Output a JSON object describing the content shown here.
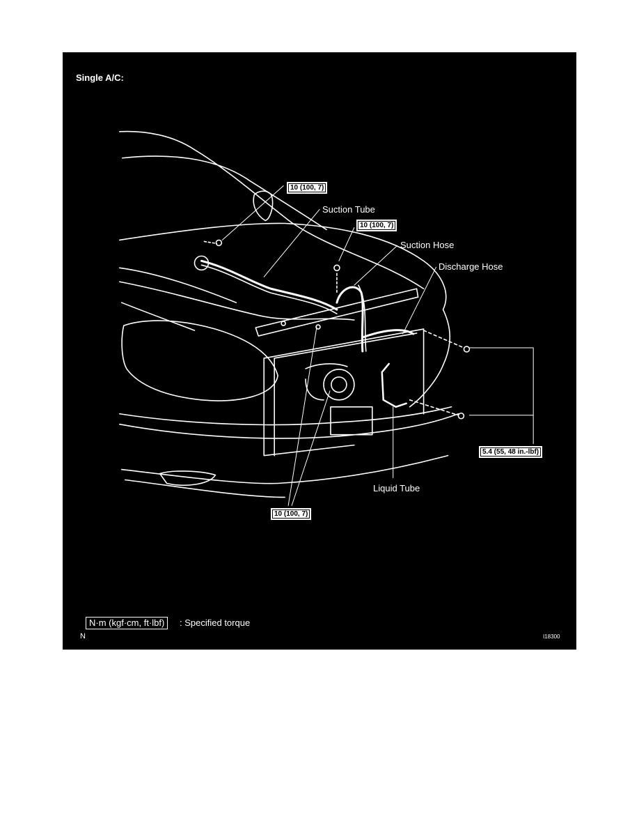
{
  "title": "Single A/C:",
  "labels": {
    "suction_tube": "Suction Tube",
    "suction_hose": "Suction Hose",
    "discharge_hose": "Discharge Hose",
    "liquid_tube": "Liquid Tube"
  },
  "torques": {
    "upper_left": "10 (100, 7)",
    "upper_mid": "10 (100, 7)",
    "lower": "10 (100, 7)",
    "right": "5.4 (55, 48 in.-lbf)"
  },
  "legend": {
    "units": "N·m (kgf·cm, ft·lbf)",
    "text": ": Specified torque"
  },
  "corner_mark": "N",
  "figure_id": "I18300"
}
